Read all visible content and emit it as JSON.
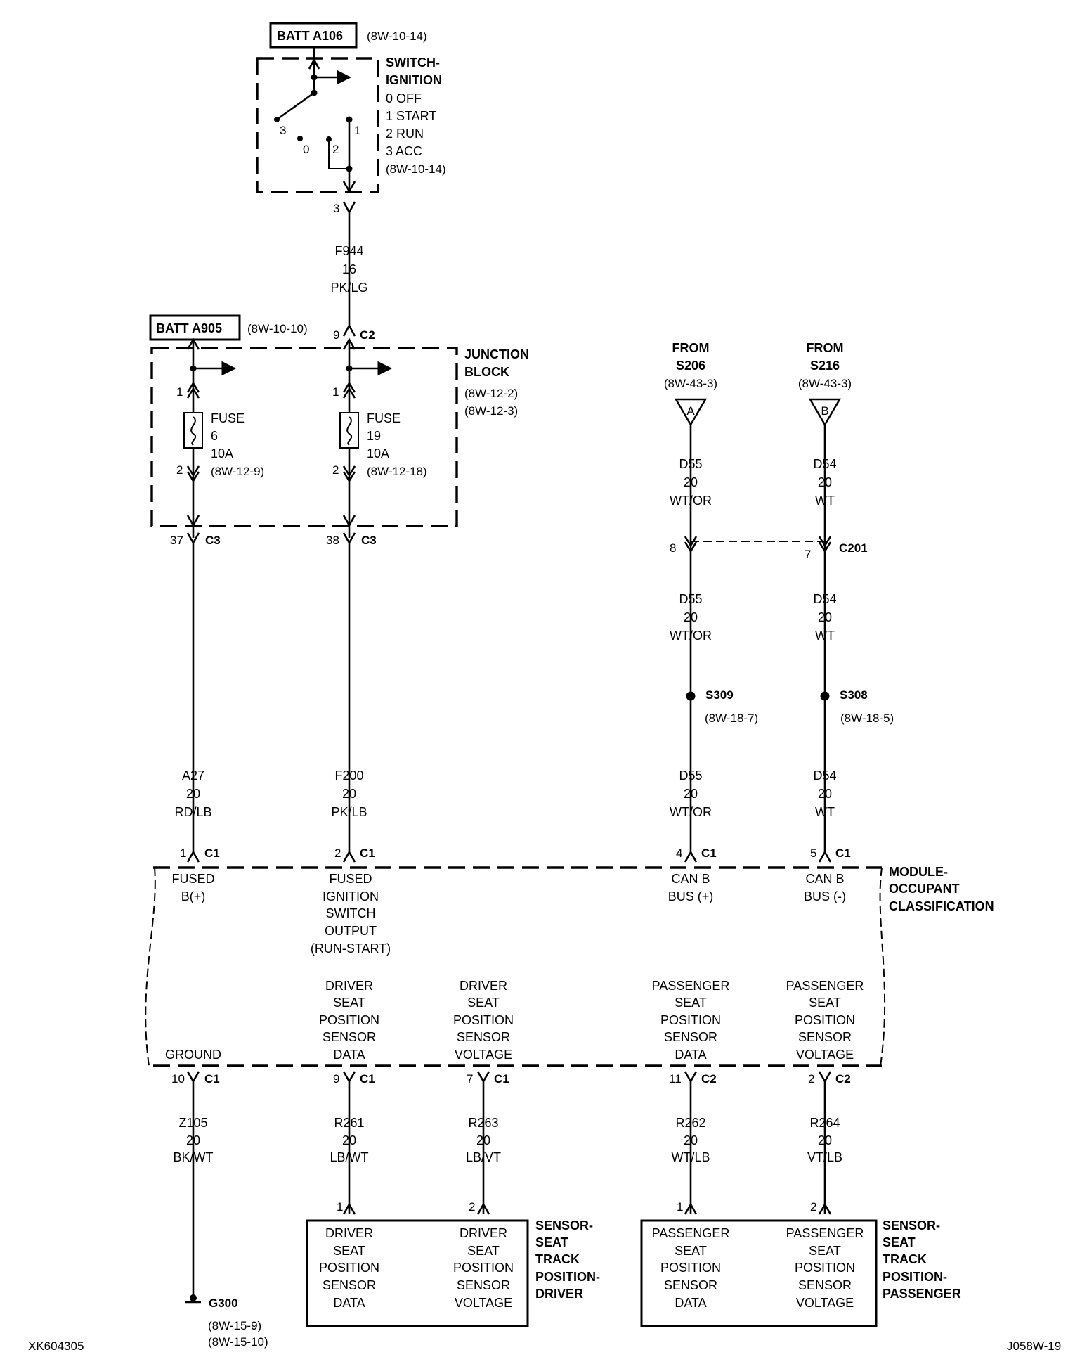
{
  "labels": {
    "batt_a106": "BATT A106",
    "batt_a106_ref": "(8W-10-14)",
    "batt_a905": "BATT A905",
    "batt_a905_ref": "(8W-10-10)",
    "switch_title_1": "SWITCH-",
    "switch_title_2": "IGNITION",
    "switch_pos_0": "0 OFF",
    "switch_pos_1": "1 START",
    "switch_pos_2": "2 RUN",
    "switch_pos_3": "3 ACC",
    "switch_ref": "(8W-10-14)",
    "sw_c3": "3",
    "sw_c0": "0",
    "sw_c2": "2",
    "sw_c1": "1",
    "sw_pin3": "3",
    "f944_1": "F944",
    "f944_2": "16",
    "f944_3": "PK/LG",
    "jb_pin9": "9",
    "jb_c2": "C2",
    "jb_title_1": "JUNCTION",
    "jb_title_2": "BLOCK",
    "jb_ref_1": "(8W-12-2)",
    "jb_ref_2": "(8W-12-3)",
    "fuse6_pin1": "1",
    "fuse6_pin2": "2",
    "fuse6_1": "FUSE",
    "fuse6_2": "6",
    "fuse6_3": "10A",
    "fuse6_4": "(8W-12-9)",
    "fuse19_pin1": "1",
    "fuse19_pin2": "2",
    "fuse19_1": "FUSE",
    "fuse19_2": "19",
    "fuse19_3": "10A",
    "fuse19_4": "(8W-12-18)",
    "c3_pin37": "37",
    "c3_pin38": "38",
    "c3_a": "C3",
    "c3_b": "C3",
    "from_s206_1": "FROM",
    "from_s206_2": "S206",
    "from_s206_3": "(8W-43-3)",
    "tri_a": "A",
    "from_s216_1": "FROM",
    "from_s216_2": "S216",
    "from_s216_3": "(8W-43-3)",
    "tri_b": "B",
    "d55_a1": "D55",
    "d55_a2": "20",
    "d55_a3": "WT/OR",
    "d54_a1": "D54",
    "d54_a2": "20",
    "d54_a3": "WT",
    "c201_pin8": "8",
    "c201_pin7": "7",
    "c201": "C201",
    "d55_b1": "D55",
    "d55_b2": "20",
    "d55_b3": "WT/OR",
    "d54_b1": "D54",
    "d54_b2": "20",
    "d54_b3": "WT",
    "s309": "S309",
    "s309_ref": "(8W-18-7)",
    "s308": "S308",
    "s308_ref": "(8W-18-5)",
    "a27_1": "A27",
    "a27_2": "20",
    "a27_3": "RD/LB",
    "f200_1": "F200",
    "f200_2": "20",
    "f200_3": "PK/LB",
    "d55_c1": "D55",
    "d55_c2": "20",
    "d55_c3": "WT/OR",
    "d54_c1": "D54",
    "d54_c2": "20",
    "d54_c3": "WT",
    "m_pin1": "1",
    "m_c1a": "C1",
    "m_pin2": "2",
    "m_c1b": "C1",
    "m_pin4": "4",
    "m_c1c": "C1",
    "m_pin5": "5",
    "m_c1d": "C1",
    "module_1": "MODULE-",
    "module_2": "OCCUPANT",
    "module_3": "CLASSIFICATION",
    "fused_b_1": "FUSED",
    "fused_b_2": "B(+)",
    "fis_1": "FUSED",
    "fis_2": "IGNITION",
    "fis_3": "SWITCH",
    "fis_4": "OUTPUT",
    "fis_5": "(RUN-START)",
    "canp_1": "CAN B",
    "canp_2": "BUS (+)",
    "canm_1": "CAN B",
    "canm_2": "BUS (-)",
    "ground": "GROUND",
    "dsd_1": "DRIVER",
    "dsd_2": "SEAT",
    "dsd_3": "POSITION",
    "dsd_4": "SENSOR",
    "dsd_5": "DATA",
    "dsv_1": "DRIVER",
    "dsv_2": "SEAT",
    "dsv_3": "POSITION",
    "dsv_4": "SENSOR",
    "dsv_5": "VOLTAGE",
    "psd_1": "PASSENGER",
    "psd_2": "SEAT",
    "psd_3": "POSITION",
    "psd_4": "SENSOR",
    "psd_5": "DATA",
    "psv_1": "PASSENGER",
    "psv_2": "SEAT",
    "psv_3": "POSITION",
    "psv_4": "SENSOR",
    "psv_5": "VOLTAGE",
    "b_pin10": "10",
    "b_c1a": "C1",
    "b_pin9": "9",
    "b_c1b": "C1",
    "b_pin7": "7",
    "b_c1c": "C1",
    "b_pin11": "11",
    "b_c2a": "C2",
    "b_pin2": "2",
    "b_c2b": "C2",
    "z105_1": "Z105",
    "z105_2": "20",
    "z105_3": "BK/WT",
    "r261_1": "R261",
    "r261_2": "20",
    "r261_3": "LB/WT",
    "r263_1": "R263",
    "r263_2": "20",
    "r263_3": "LB/VT",
    "r262_1": "R262",
    "r262_2": "20",
    "r262_3": "WT/LB",
    "r264_1": "R264",
    "r264_2": "20",
    "r264_3": "VT/LB",
    "sd_pin1": "1",
    "sd_pin2": "2",
    "sp_pin1": "1",
    "sp_pin2": "2",
    "sd_a1": "DRIVER",
    "sd_a2": "SEAT",
    "sd_a3": "POSITION",
    "sd_a4": "SENSOR",
    "sd_a5": "DATA",
    "sd_b1": "DRIVER",
    "sd_b2": "SEAT",
    "sd_b3": "POSITION",
    "sd_b4": "SENSOR",
    "sd_b5": "VOLTAGE",
    "sd_t1": "SENSOR-",
    "sd_t2": "SEAT",
    "sd_t3": "TRACK",
    "sd_t4": "POSITION-",
    "sd_t5": "DRIVER",
    "sp_a1": "PASSENGER",
    "sp_a2": "SEAT",
    "sp_a3": "POSITION",
    "sp_a4": "SENSOR",
    "sp_a5": "DATA",
    "sp_b1": "PASSENGER",
    "sp_b2": "SEAT",
    "sp_b3": "POSITION",
    "sp_b4": "SENSOR",
    "sp_b5": "VOLTAGE",
    "sp_t1": "SENSOR-",
    "sp_t2": "SEAT",
    "sp_t3": "TRACK",
    "sp_t4": "POSITION-",
    "sp_t5": "PASSENGER",
    "g300": "G300",
    "g300_ref_1": "(8W-15-9)",
    "g300_ref_2": "(8W-15-10)",
    "footer_left": "XK604305",
    "footer_right": "J058W-19"
  }
}
